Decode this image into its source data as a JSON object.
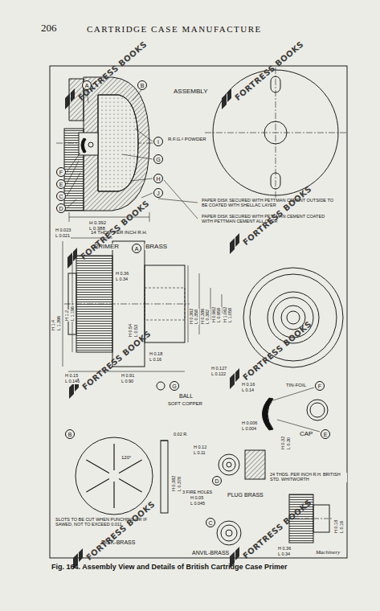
{
  "diagram": {
    "title": "CARTRIDGE CASE MANUFACTURE",
    "caption": "Fig. 164. Assembly View and Details of British Cartridge Case Primer",
    "nodes": [
      {
        "text": [
          "A"
        ]
      },
      {
        "text": [
          "B"
        ]
      },
      {
        "text": [
          "I"
        ]
      },
      {
        "text": [
          "G"
        ]
      },
      {
        "text": [
          "H"
        ]
      },
      {
        "text": [
          "J"
        ]
      },
      {
        "text": [
          "F"
        ]
      },
      {
        "text": [
          "E"
        ]
      },
      {
        "text": [
          "C"
        ]
      },
      {
        "text": [
          "D"
        ]
      },
      {
        "text": [
          "A"
        ]
      },
      {
        "text": [
          "G"
        ]
      },
      {
        "text": [
          "F"
        ]
      },
      {
        "text": [
          "E"
        ]
      },
      {
        "text": [
          "B"
        ]
      },
      {
        "text": [
          "D"
        ]
      },
      {
        "text": [
          "C"
        ]
      }
    ],
    "labels": [
      "206",
      "ASSEMBLY",
      "R.F.G.² POWDER",
      "H 0.392",
      "L 0.388",
      "PAPER DISK SECURED WITH PETTMAN CEMENT OUTSIDE TO BE COATED WITH SHELLAC LAYER",
      "PAPER DISK SECURED WITH PETTMAN CEMENT COATED WITH PETTMAN CEMENT ALL OVER",
      "14 THDS. PER INCH R.H.",
      "PRIMER",
      "BRASS",
      "H 0.023",
      "L 0.021",
      "H 0.36",
      "L 0.34",
      "H 1.4",
      "L 1.396",
      "H 1.2",
      "L 1.196",
      "H 0.54",
      "L 0.53",
      "H 0.362",
      "L 0.358",
      "H 0.386",
      "L 0.382",
      "H 0.962",
      "L 0.958",
      "H 1.062",
      "L 1.058",
      "H 0.91",
      "L 0.90",
      "H 0.15",
      "L 0.146",
      "H 0.18",
      "L 0.16",
      "H 0.127",
      "L 0.122",
      "BALL",
      "SOFT COPPER",
      "TIN-FOIL",
      "CAP",
      "H 0.16",
      "L 0.14",
      "H 0.006",
      "L 0.004",
      "H 0.32",
      "L 0.30",
      "H 0.12",
      "L 0.11",
      "PLUG BRASS",
      "3 FIRE HOLES",
      "H 0.05",
      "L 0.045",
      "24 THDS. PER INCH R.H. BRITISH STD. WHITWORTH",
      "H 0.36",
      "L 0.34",
      "H 0.18",
      "L 0.16",
      "DISK-BRASS",
      "SLOTS TO BE CUT WHEN PUNCHING OR IF SAWED, NOT TO EXCEED 0.011",
      "H 0.382",
      "L 0.378",
      "0.02 R.",
      "120°",
      "ANVIL-BRASS",
      "Machinery",
      "FORTRESS BOOKS",
      "FORTRESS BOOKS",
      "FORTRESS BOOKS",
      "FORTRESS BOOKS",
      "FORTRESS BOOKS",
      "FORTRESS BOOKS",
      "FORTRESS BOOKS",
      "FORTRESS BOOKS"
    ]
  }
}
